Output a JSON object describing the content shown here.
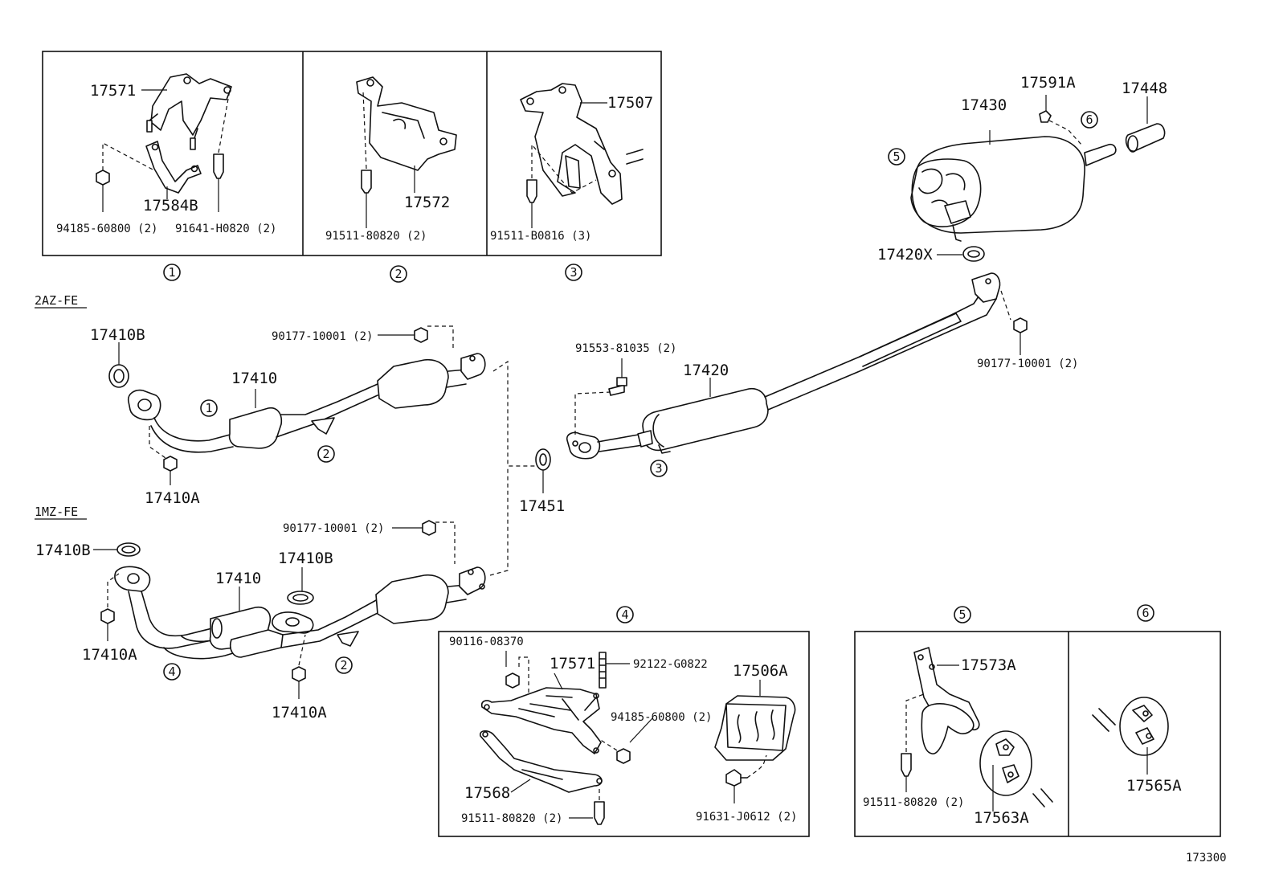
{
  "diagram_id": "173300",
  "engines": {
    "first": "2AZ-FE",
    "second": "1MZ-FE"
  },
  "callouts": [
    "1",
    "2",
    "3",
    "4",
    "5",
    "6"
  ],
  "top_boxes": {
    "box1": {
      "bracket": "17571",
      "clamp": "17584B",
      "nut": "94185-60800 (2)",
      "bolt": "91641-H0820 (2)"
    },
    "box2": {
      "bracket": "17572",
      "bolt": "91511-80820 (2)"
    },
    "box3": {
      "bracket": "17507",
      "bolt": "91511-B0816 (3)"
    }
  },
  "muffler": {
    "tail_muffler": "17430",
    "grommet": "17591A",
    "tail_pipe": "17448",
    "gasket": "17420X"
  },
  "center_pipe": {
    "pipe": "17420",
    "bolt": "91553-81035 (2)",
    "nut": "90177-10001 (2)"
  },
  "front_2az": {
    "gasket": "17410B",
    "pipe": "17410",
    "nut": "90177-10001 (2)",
    "stud_nut": "17410A"
  },
  "ring": "17451",
  "front_1mz": {
    "gasket_top": "17410B",
    "gasket_mid": "17410B",
    "pipe": "17410",
    "nut": "90177-10001 (2)",
    "stud_nut_left": "17410A",
    "stud_nut_bottom": "17410A"
  },
  "box4": {
    "nut_top": "90116-08370",
    "bracket": "17571",
    "stud": "92122-G0822",
    "nut_right": "94185-60800 (2)",
    "plate": "17568",
    "bolt": "91511-80820 (2)",
    "insulator": "17506A",
    "screw": "91631-J0612 (2)"
  },
  "box5": {
    "bracket": "17573A",
    "hanger": "17563A",
    "bolt": "91511-80820 (2)"
  },
  "box6": {
    "hanger": "17565A"
  }
}
